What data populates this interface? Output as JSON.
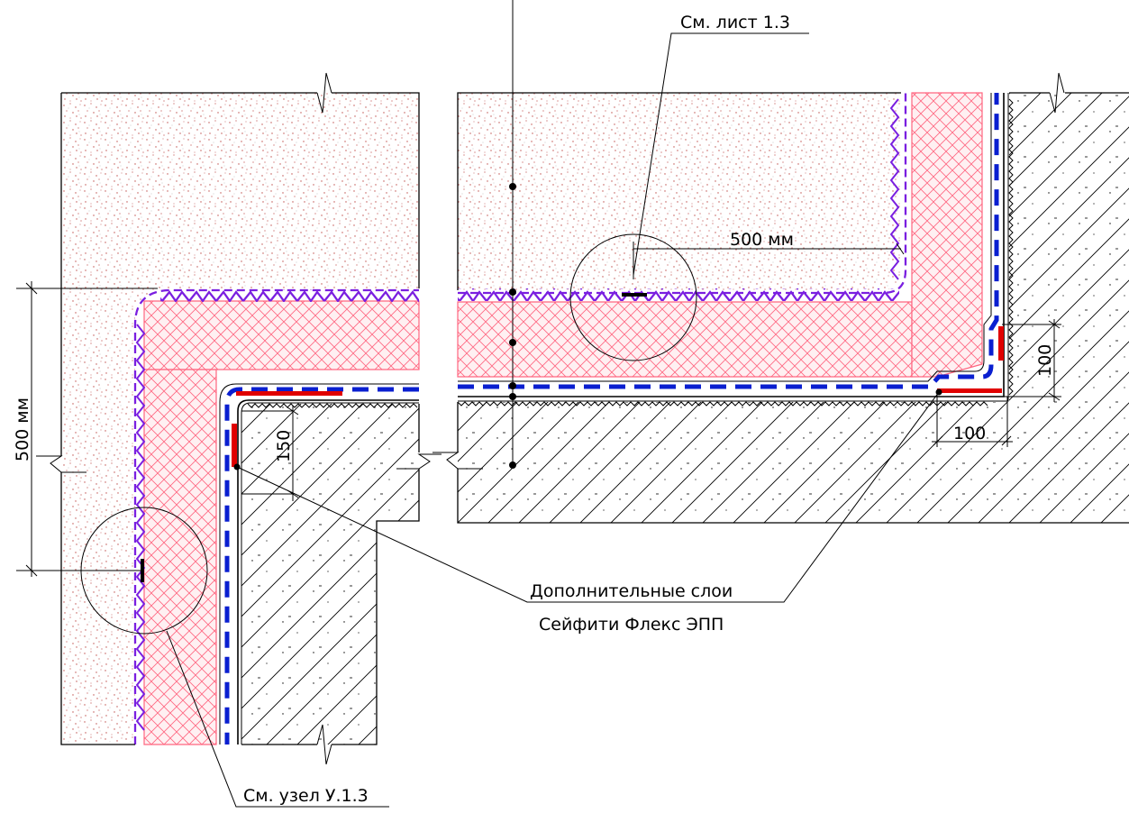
{
  "labels": {
    "ref_sheet": "См. лист 1.3",
    "ref_node": "См. узел У.1.3",
    "extra_layers_line1": "Дополнительные слои",
    "extra_layers_line2": "Сейфити Флекс ЭПП"
  },
  "dimensions": {
    "left_vertical": "500 мм",
    "right_horizontal": "500 мм",
    "left_corner": "150",
    "right_corner_vertical": "100",
    "right_corner_horizontal": "100"
  },
  "colors": {
    "soil_dots": "#c0504d",
    "insulation_line": "#ff6680",
    "insulation_fill": "#fff0f2",
    "membrane_purple": "#7a1fe0",
    "membrane_blue": "#0a1fd0",
    "extra_layer_red": "#e00000",
    "concrete_hatch": "#000000"
  }
}
